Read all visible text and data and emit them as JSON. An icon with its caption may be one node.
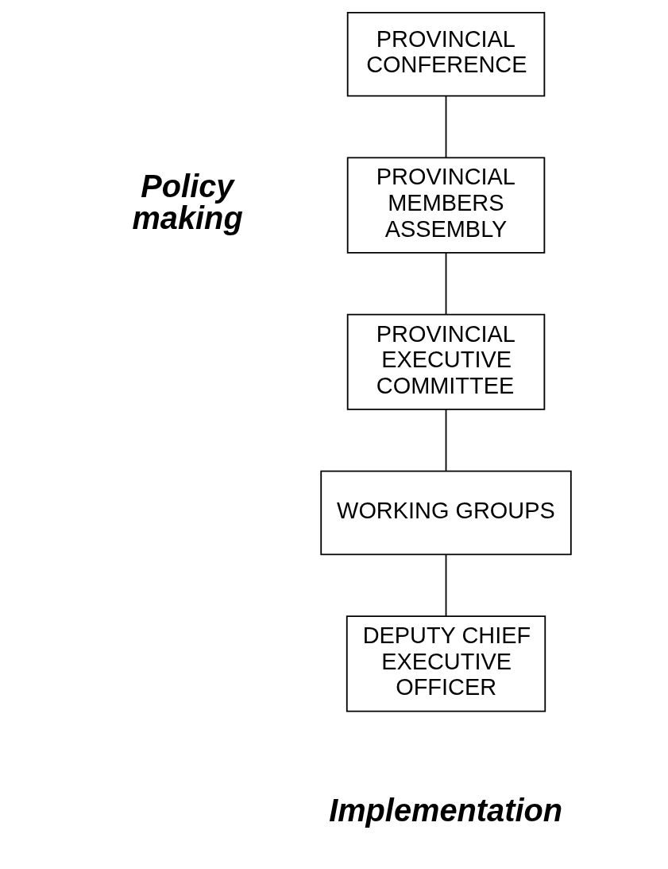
{
  "diagram": {
    "nodes": [
      {
        "text": [
          "PROVINCIAL CONFERENCE"
        ]
      },
      {
        "text": [
          "PROVINCIAL MEMBERS ASSEMBLY"
        ]
      },
      {
        "text": [
          "PROVINCIAL EXECUTIVE COMMITTEE"
        ]
      },
      {
        "text": [
          "WORKING GROUPS"
        ]
      },
      {
        "text": [
          "DEPUTY CHIEF EXECUTIVE OFFICER"
        ]
      }
    ],
    "edges": [
      {
        "from": 0,
        "to": 1,
        "arrow": "none"
      },
      {
        "from": 1,
        "to": 2,
        "arrow": "none"
      },
      {
        "from": 2,
        "to": 3,
        "arrow": "none"
      },
      {
        "from": 3,
        "to": 4,
        "arrow": "none"
      }
    ],
    "labels": [
      "Policy making",
      "Implementation"
    ]
  }
}
